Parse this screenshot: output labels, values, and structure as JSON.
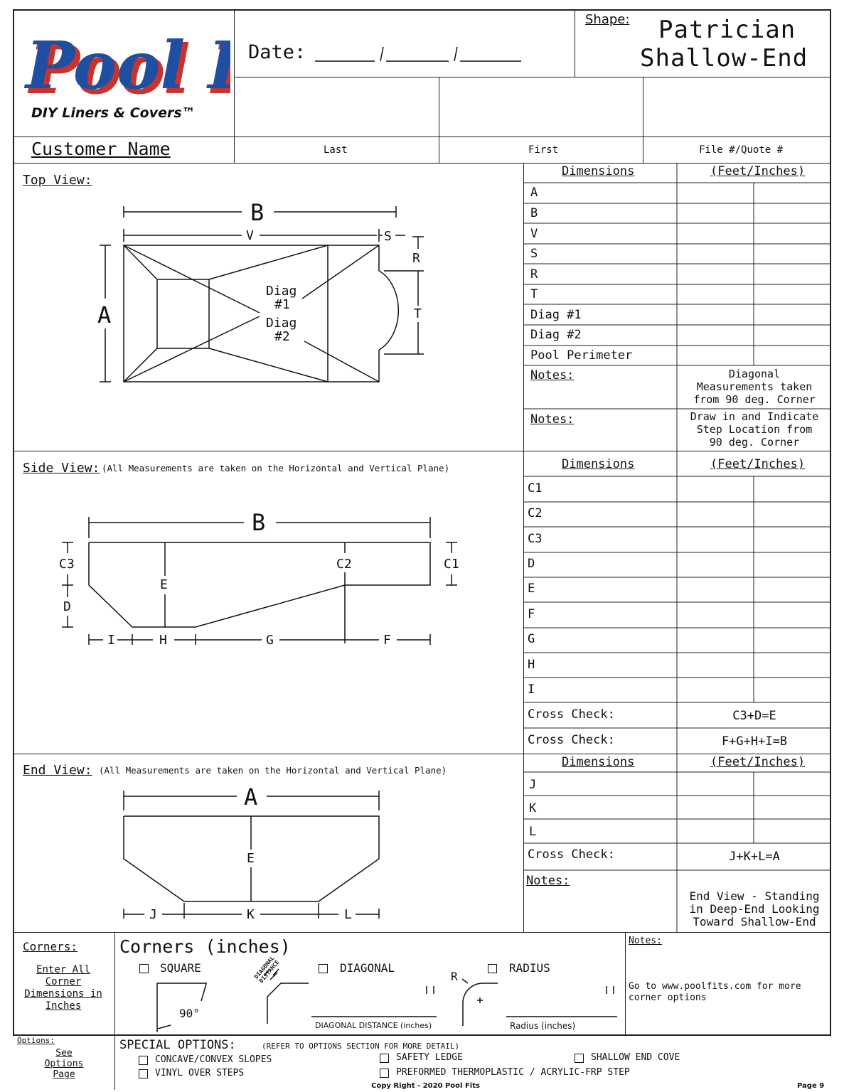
{
  "logo": {
    "brand": "Pool Fits",
    "tagline": "DIY Liners & Covers™"
  },
  "header": {
    "date_label": "Date:",
    "shape_label": "Shape:",
    "shape_name_line1": "Patrician",
    "shape_name_line2": "Shallow-End"
  },
  "customer": {
    "label": "Customer Name",
    "last_label": "Last",
    "first_label": "First",
    "file_label": "File #/Quote #"
  },
  "top_view": {
    "title": "Top View:",
    "dim_header": "Dimensions",
    "unit_header": "(Feet/Inches)",
    "rows": [
      "A",
      "B",
      "V",
      "S",
      "R",
      "T",
      "Diag #1",
      "Diag #2",
      "Pool Perimeter"
    ],
    "notes1_label": "Notes:",
    "notes1_text": [
      "Diagonal",
      "Measurements taken",
      "from 90 deg. Corner"
    ],
    "notes2_label": "Notes:",
    "notes2_text": [
      "Draw in and Indicate",
      "Step Location from",
      "90 deg. Corner"
    ],
    "diagram": {
      "B": "B",
      "V": "V",
      "S": "S",
      "R": "R",
      "A": "A",
      "T": "T",
      "diag1": [
        "Diag",
        "#1"
      ],
      "diag2": [
        "Diag",
        "#2"
      ]
    }
  },
  "side_view": {
    "title": "Side View:",
    "subtitle": "(All Measurements are taken on the Horizontal and Vertical Plane)",
    "dim_header": "Dimensions",
    "unit_header": "(Feet/Inches)",
    "rows": [
      "C1",
      "C2",
      "C3",
      "D",
      "E",
      "F",
      "G",
      "H",
      "I"
    ],
    "cross_checks": [
      {
        "label": "Cross Check:",
        "value": "C3+D=E"
      },
      {
        "label": "Cross Check:",
        "value": "F+G+H+I=B"
      }
    ],
    "diagram": {
      "B": "B",
      "C3": "C3",
      "C2": "C2",
      "C1": "C1",
      "E": "E",
      "D": "D",
      "I": "I",
      "H": "H",
      "G": "G",
      "F": "F"
    }
  },
  "end_view": {
    "title": "End View:",
    "subtitle": "(All Measurements are taken on the Horizontal and Vertical Plane)",
    "dim_header": "Dimensions",
    "unit_header": "(Feet/Inches)",
    "rows": [
      "J",
      "K",
      "L"
    ],
    "cross_check": {
      "label": "Cross Check:",
      "value": "J+K+L=A"
    },
    "notes_label": "Notes:",
    "notes_text": [
      "End View - Standing",
      "in Deep-End Looking",
      "Toward Shallow-End"
    ],
    "diagram": {
      "A": "A",
      "E": "E",
      "J": "J",
      "K": "K",
      "L": "L"
    }
  },
  "corners": {
    "label": "Corners:",
    "instructions": [
      "Enter All",
      "Corner",
      "Dimensions in",
      "Inches"
    ],
    "title": "Corners (inches)",
    "square_label": "SQUARE",
    "diagonal_label": "DIAGONAL",
    "radius_label": "RADIUS",
    "angle_label": "90°",
    "diag_distance_tag": [
      "DIAGONAL",
      "DISTANCE"
    ],
    "r_label": "R",
    "diag_field_label": "DIAGONAL DISTANCE (inches)",
    "radius_field_label": "Radius (inches)",
    "notes_label": "Notes:",
    "notes_text": [
      "Go to www.poolfits.com for more",
      "corner options"
    ]
  },
  "options": {
    "label": "Options:",
    "see_text": [
      "See",
      "Options",
      "Page"
    ],
    "title": "SPECIAL OPTIONS:",
    "subtitle": "(REFER TO OPTIONS SECTION FOR MORE DETAIL)",
    "items": [
      "CONCAVE/CONVEX SLOPES",
      "VINYL OVER STEPS",
      "SAFETY LEDGE",
      "PREFORMED THERMOPLASTIC / ACRYLIC-FRP STEP",
      "SHALLOW END COVE"
    ]
  },
  "footer": {
    "copyright": "Copy Right - 2020 Pool Fits",
    "page": "Page 9"
  },
  "colors": {
    "logo_blue": "#1f4fa0",
    "logo_red": "#c8322f",
    "line": "#222222"
  }
}
